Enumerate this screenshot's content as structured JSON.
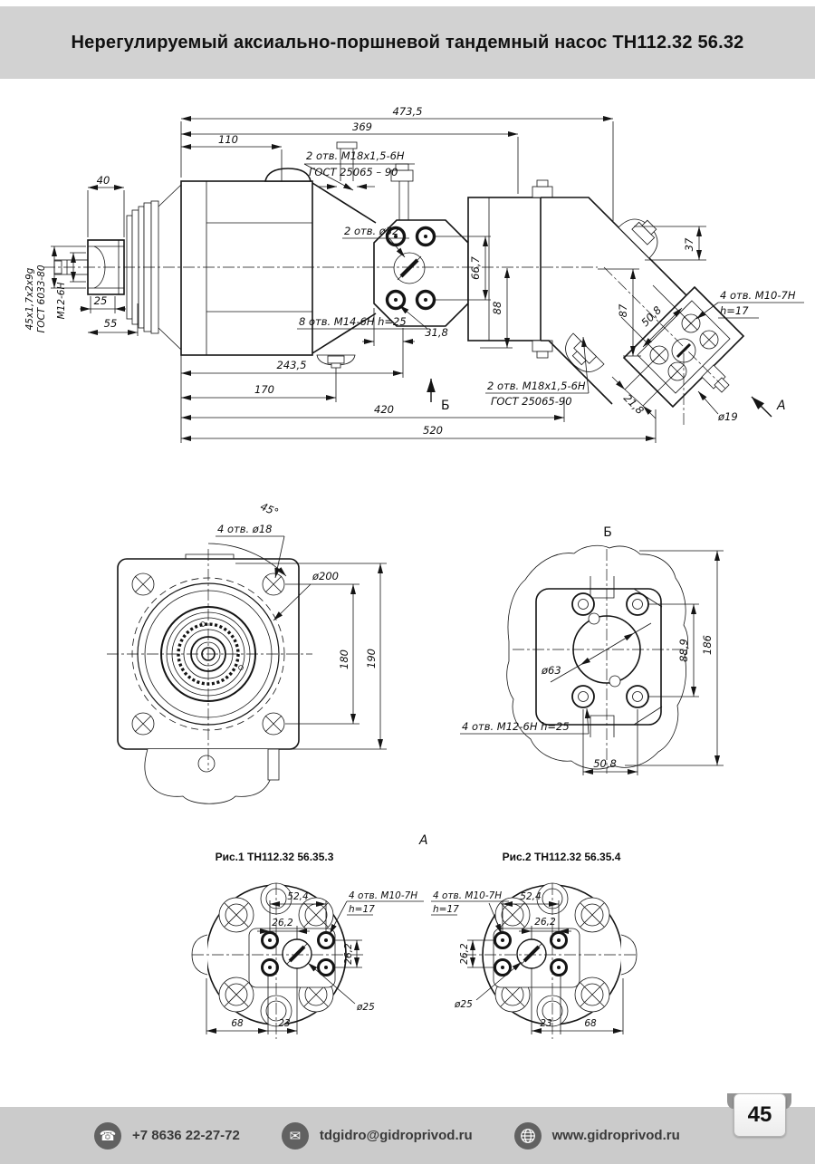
{
  "header": {
    "title": "Нерегулируемый аксиально-поршневой тандемный насос ТН112.32 56.32"
  },
  "side_view": {
    "dim_overall": "473,5",
    "dim_369": "369",
    "dim_110": "110",
    "note_top_ports_line1": "2 отв. М18х1,5-6Н",
    "note_top_ports_line2": "ГОСТ 25065 – 90",
    "dim_40": "40",
    "spline_spec": "45х1,7х2х9g",
    "spline_gost": "ГОСТ 6033-80",
    "thread_spec": "М12-6Н",
    "dim_25": "25",
    "dim_55": "55",
    "note_2otv_d32": "2 отв. ø32",
    "dim_66_7": "66,7",
    "dim_88": "88",
    "note_8otv_m14": "8 отв. М14-6Н h=25",
    "dim_31_8": "31,8",
    "dim_243_5": "243,5",
    "dim_170": "170",
    "dim_420": "420",
    "dim_520": "520",
    "arrow_b_label": "Б",
    "note_right_ports_line1": "2 отв. М18х1,5-6Н",
    "note_right_ports_line2": "ГОСТ 25065-90",
    "dim_37": "37",
    "dim_87": "87",
    "dim_50_8": "50,8",
    "dim_21_8": "21,8",
    "note_4otv_m10_line1": "4 отв. М10-7Н",
    "note_4otv_m10_line2": "h=17",
    "dim_d19": "ø19",
    "arrow_a_label": "А"
  },
  "front_view": {
    "dim_45deg": "45°",
    "note_4otv_d18": "4 отв. ø18",
    "dim_d200": "ø200",
    "dim_180": "180",
    "dim_190": "190"
  },
  "view_b": {
    "title": "Б",
    "dim_d63": "ø63",
    "dim_88_9": "88,9",
    "dim_186": "186",
    "note_4otv_m12": "4 отв. М12-6Н h=25",
    "dim_50_8": "50,8"
  },
  "section_a": {
    "label": "А"
  },
  "fig1": {
    "caption": "Рис.1 ТН112.32 56.35.3",
    "dim_52_4": "52,4",
    "dim_26_2_top": "26,2",
    "dim_26_2_side": "26,2",
    "note_line1": "4 отв. М10-7Н",
    "note_line2": "h=17",
    "dim_d25": "ø25",
    "dim_68": "68",
    "dim_23": "23"
  },
  "fig2": {
    "caption": "Рис.2 ТН112.32 56.35.4",
    "dim_52_4": "52,4",
    "dim_26_2_top": "26,2",
    "dim_26_2_side": "26,2",
    "note_line1": "4 отв. М10-7Н",
    "note_line2": "h=17",
    "dim_d25": "ø25",
    "dim_68": "68",
    "dim_23": "23"
  },
  "footer": {
    "phone": "+7 8636 22-27-72",
    "email": "tdgidro@gidroprivod.ru",
    "website": "www.gidroprivod.ru",
    "page_number": "45"
  }
}
